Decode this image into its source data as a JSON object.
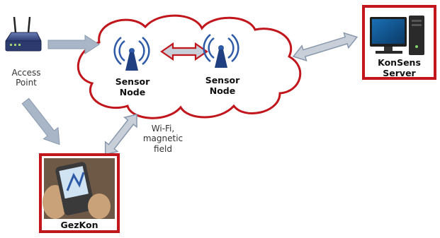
{
  "diagram": {
    "access_point": {
      "line1": "Access",
      "line2": "Point"
    },
    "sensor_node_left": {
      "line1": "Sensor",
      "line2": "Node"
    },
    "sensor_node_right": {
      "line1": "Sensor",
      "line2": "Node"
    },
    "server": {
      "line1": "KonSens",
      "line2": "Server"
    },
    "phone": {
      "label": "GezKon"
    },
    "link_label": {
      "line1": "Wi-Fi,",
      "line2": "magnetic",
      "line3": "field"
    }
  },
  "colors": {
    "highlight_red": "#c0161c",
    "arrow_fill": "#a9b6c8",
    "arrow_stroke": "#8899ad",
    "antenna_blue": "#2f5aa8"
  }
}
